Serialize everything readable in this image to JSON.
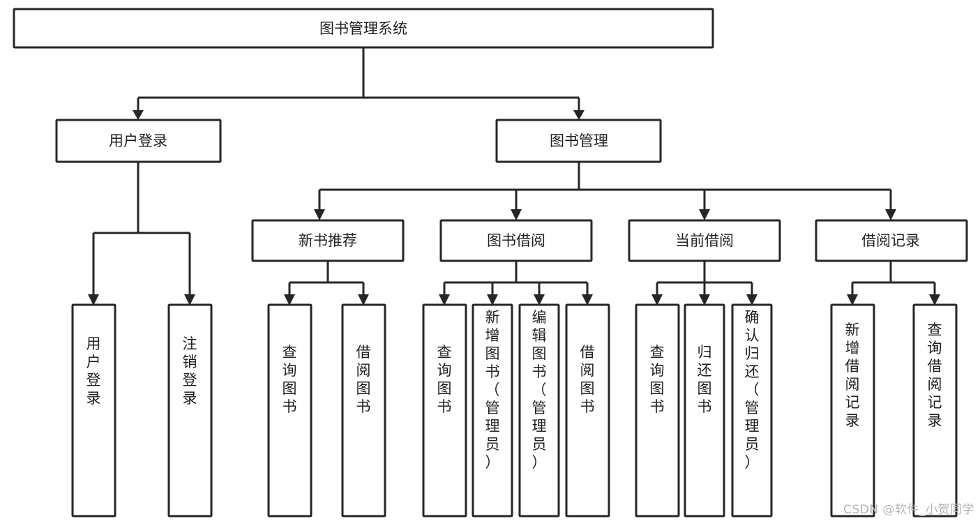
{
  "diagram": {
    "type": "tree-flowchart",
    "title": "图书管理系统",
    "watermark": "CSDN @软件_小贺同学",
    "colors": {
      "background": "#ffffff",
      "box_stroke": "#262626",
      "box_fill": "#ffffff",
      "text": "#1f1f1f",
      "watermark": "#b3b3b3"
    },
    "nodes": {
      "root": {
        "label": "图书管理系统"
      },
      "level2": [
        {
          "id": "user-login",
          "label": "用户登录"
        },
        {
          "id": "book-manage",
          "label": "图书管理"
        }
      ],
      "level3": [
        {
          "id": "new-book-recommend",
          "label": "新书推荐"
        },
        {
          "id": "book-borrow",
          "label": "图书借阅"
        },
        {
          "id": "current-borrow",
          "label": "当前借阅"
        },
        {
          "id": "borrow-record",
          "label": "借阅记录"
        }
      ],
      "leaves": [
        {
          "id": "leaf-user-login",
          "label": "用户登录"
        },
        {
          "id": "leaf-logout-login",
          "label": "注销登录"
        },
        {
          "id": "leaf-query-book-1",
          "label": "查询图书"
        },
        {
          "id": "leaf-borrow-book-1",
          "label": "借阅图书"
        },
        {
          "id": "leaf-query-book-2",
          "label": "查询图书"
        },
        {
          "id": "leaf-add-book-admin",
          "label": "新增图书（管理员）"
        },
        {
          "id": "leaf-edit-book-admin",
          "label": "编辑图书（管理员）"
        },
        {
          "id": "leaf-borrow-book-2",
          "label": "借阅图书"
        },
        {
          "id": "leaf-query-book-3",
          "label": "查询图书"
        },
        {
          "id": "leaf-return-book",
          "label": "归还图书"
        },
        {
          "id": "leaf-confirm-return-admin",
          "label": "确认归还（管理员）"
        },
        {
          "id": "leaf-add-borrow-record",
          "label": "新增借阅记录"
        },
        {
          "id": "leaf-query-borrow-record",
          "label": "查询借阅记录"
        }
      ]
    },
    "edges": [
      {
        "from": "root",
        "to": "user-login"
      },
      {
        "from": "root",
        "to": "book-manage"
      },
      {
        "from": "user-login",
        "to": "leaf-user-login"
      },
      {
        "from": "user-login",
        "to": "leaf-logout-login"
      },
      {
        "from": "book-manage",
        "to": "new-book-recommend"
      },
      {
        "from": "book-manage",
        "to": "book-borrow"
      },
      {
        "from": "book-manage",
        "to": "current-borrow"
      },
      {
        "from": "book-manage",
        "to": "borrow-record"
      },
      {
        "from": "new-book-recommend",
        "to": "leaf-query-book-1"
      },
      {
        "from": "new-book-recommend",
        "to": "leaf-borrow-book-1"
      },
      {
        "from": "book-borrow",
        "to": "leaf-query-book-2"
      },
      {
        "from": "book-borrow",
        "to": "leaf-add-book-admin"
      },
      {
        "from": "book-borrow",
        "to": "leaf-edit-book-admin"
      },
      {
        "from": "book-borrow",
        "to": "leaf-borrow-book-2"
      },
      {
        "from": "current-borrow",
        "to": "leaf-query-book-3"
      },
      {
        "from": "current-borrow",
        "to": "leaf-return-book"
      },
      {
        "from": "current-borrow",
        "to": "leaf-confirm-return-admin"
      },
      {
        "from": "borrow-record",
        "to": "leaf-add-borrow-record"
      },
      {
        "from": "borrow-record",
        "to": "leaf-query-borrow-record"
      }
    ]
  }
}
